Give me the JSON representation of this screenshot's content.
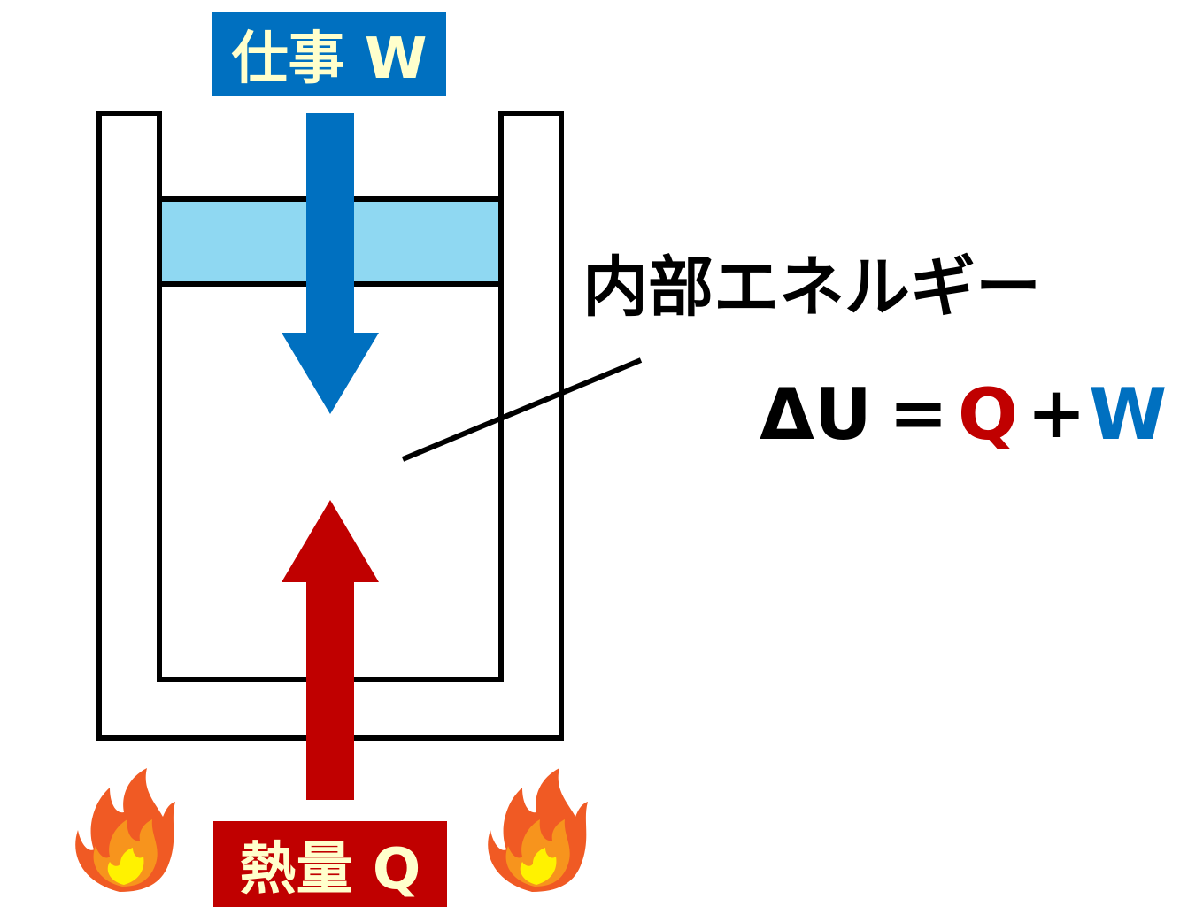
{
  "labels": {
    "work": "仕事 W",
    "heat": "熱量 Q",
    "internal_energy": "内部エネルギー"
  },
  "equation": {
    "delta_u": "ΔU",
    "equals": "=",
    "q": "Q",
    "plus": "+",
    "w": "W"
  },
  "colors": {
    "work_blue": "#0070c0",
    "heat_red": "#c00000",
    "label_text": "#ffffcc",
    "piston_fill": "#8fd8f2",
    "outline": "#000000",
    "flame_outer": "#f05a24",
    "flame_inner": "#f7941d",
    "flame_core": "#fff200"
  },
  "icons": {
    "left_flame": "fire-icon",
    "right_flame": "fire-icon"
  }
}
